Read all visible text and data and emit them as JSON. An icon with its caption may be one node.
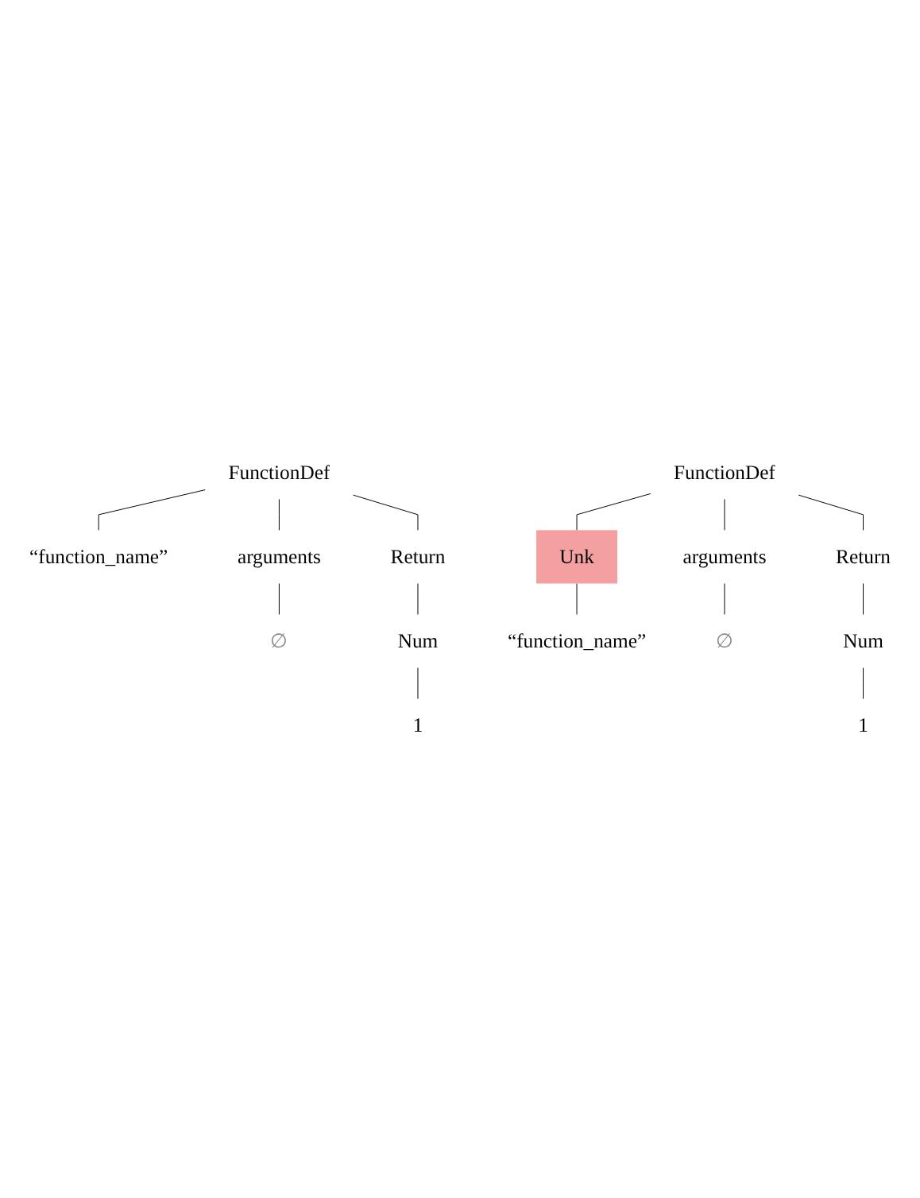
{
  "diagram": {
    "nodes": [
      {
        "text": [
          "FunctionDef"
        ]
      },
      {
        "text": [
          "“function_name”"
        ]
      },
      {
        "text": [
          "arguments"
        ]
      },
      {
        "text": [
          "∅"
        ]
      },
      {
        "text": [
          "Return"
        ]
      },
      {
        "text": [
          "Num"
        ]
      },
      {
        "text": [
          "1"
        ]
      },
      {
        "text": [
          "FunctionDef"
        ]
      },
      {
        "text": [
          "Unk"
        ]
      },
      {
        "text": [
          "arguments"
        ]
      },
      {
        "text": [
          "Return"
        ]
      },
      {
        "text": [
          "“function_name”"
        ]
      },
      {
        "text": [
          "∅"
        ]
      },
      {
        "text": [
          "Num"
        ]
      },
      {
        "text": [
          "1"
        ]
      }
    ],
    "edges": [
      {
        "from": 0,
        "to": 1,
        "arrow": "none"
      },
      {
        "from": 0,
        "to": 2,
        "arrow": "none"
      },
      {
        "from": 0,
        "to": 4,
        "arrow": "none"
      },
      {
        "from": 2,
        "to": 3,
        "arrow": "none"
      },
      {
        "from": 4,
        "to": 5,
        "arrow": "none"
      },
      {
        "from": 5,
        "to": 6,
        "arrow": "none"
      },
      {
        "from": 7,
        "to": 8,
        "arrow": "none"
      },
      {
        "from": 7,
        "to": 9,
        "arrow": "none"
      },
      {
        "from": 7,
        "to": 10,
        "arrow": "none"
      },
      {
        "from": 8,
        "to": 11,
        "arrow": "none"
      },
      {
        "from": 9,
        "to": 12,
        "arrow": "none"
      },
      {
        "from": 10,
        "to": 13,
        "arrow": "none"
      },
      {
        "from": 13,
        "to": 14,
        "arrow": "none"
      }
    ]
  }
}
